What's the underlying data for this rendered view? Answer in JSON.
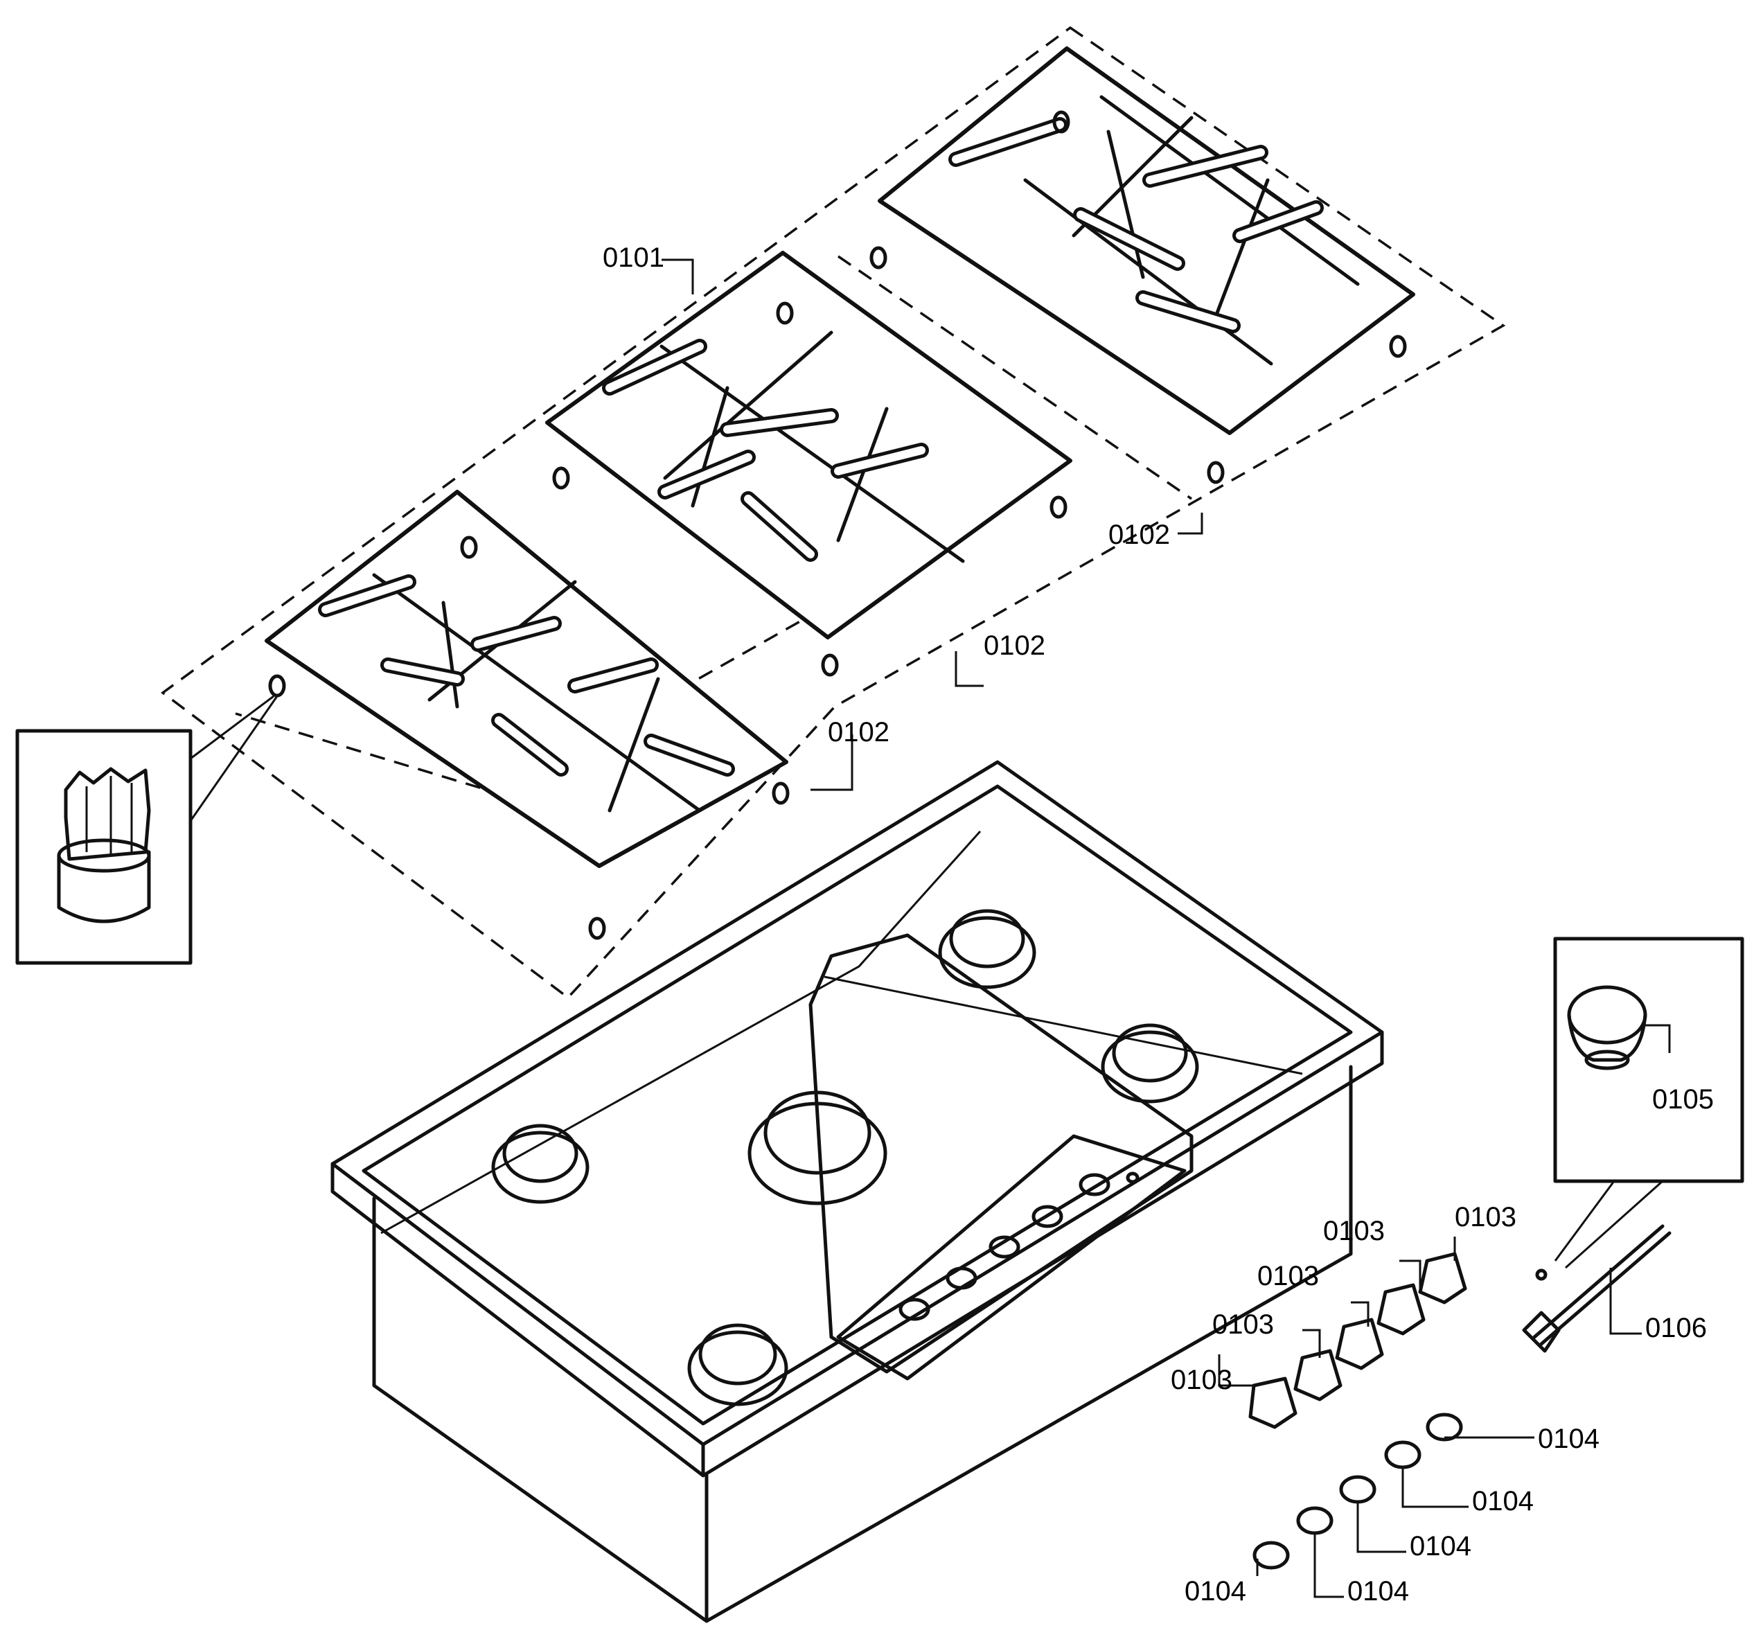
{
  "callouts": {
    "grate_upper": "0101",
    "grate_right": "0102",
    "grate_center": "0102",
    "grate_left": "0102",
    "knob_1": "0103",
    "knob_2": "0103",
    "knob_3": "0103",
    "knob_4": "0103",
    "knob_5": "0103",
    "ring_1": "0104",
    "ring_2": "0104",
    "ring_3": "0104",
    "ring_4": "0104",
    "ring_5": "0104",
    "cap": "0105",
    "brush": "0106"
  },
  "icons": [
    "grate-foot-detail",
    "burner-cap-detail",
    "cooktop",
    "control-knob",
    "trim-ring",
    "cleaning-brush"
  ]
}
